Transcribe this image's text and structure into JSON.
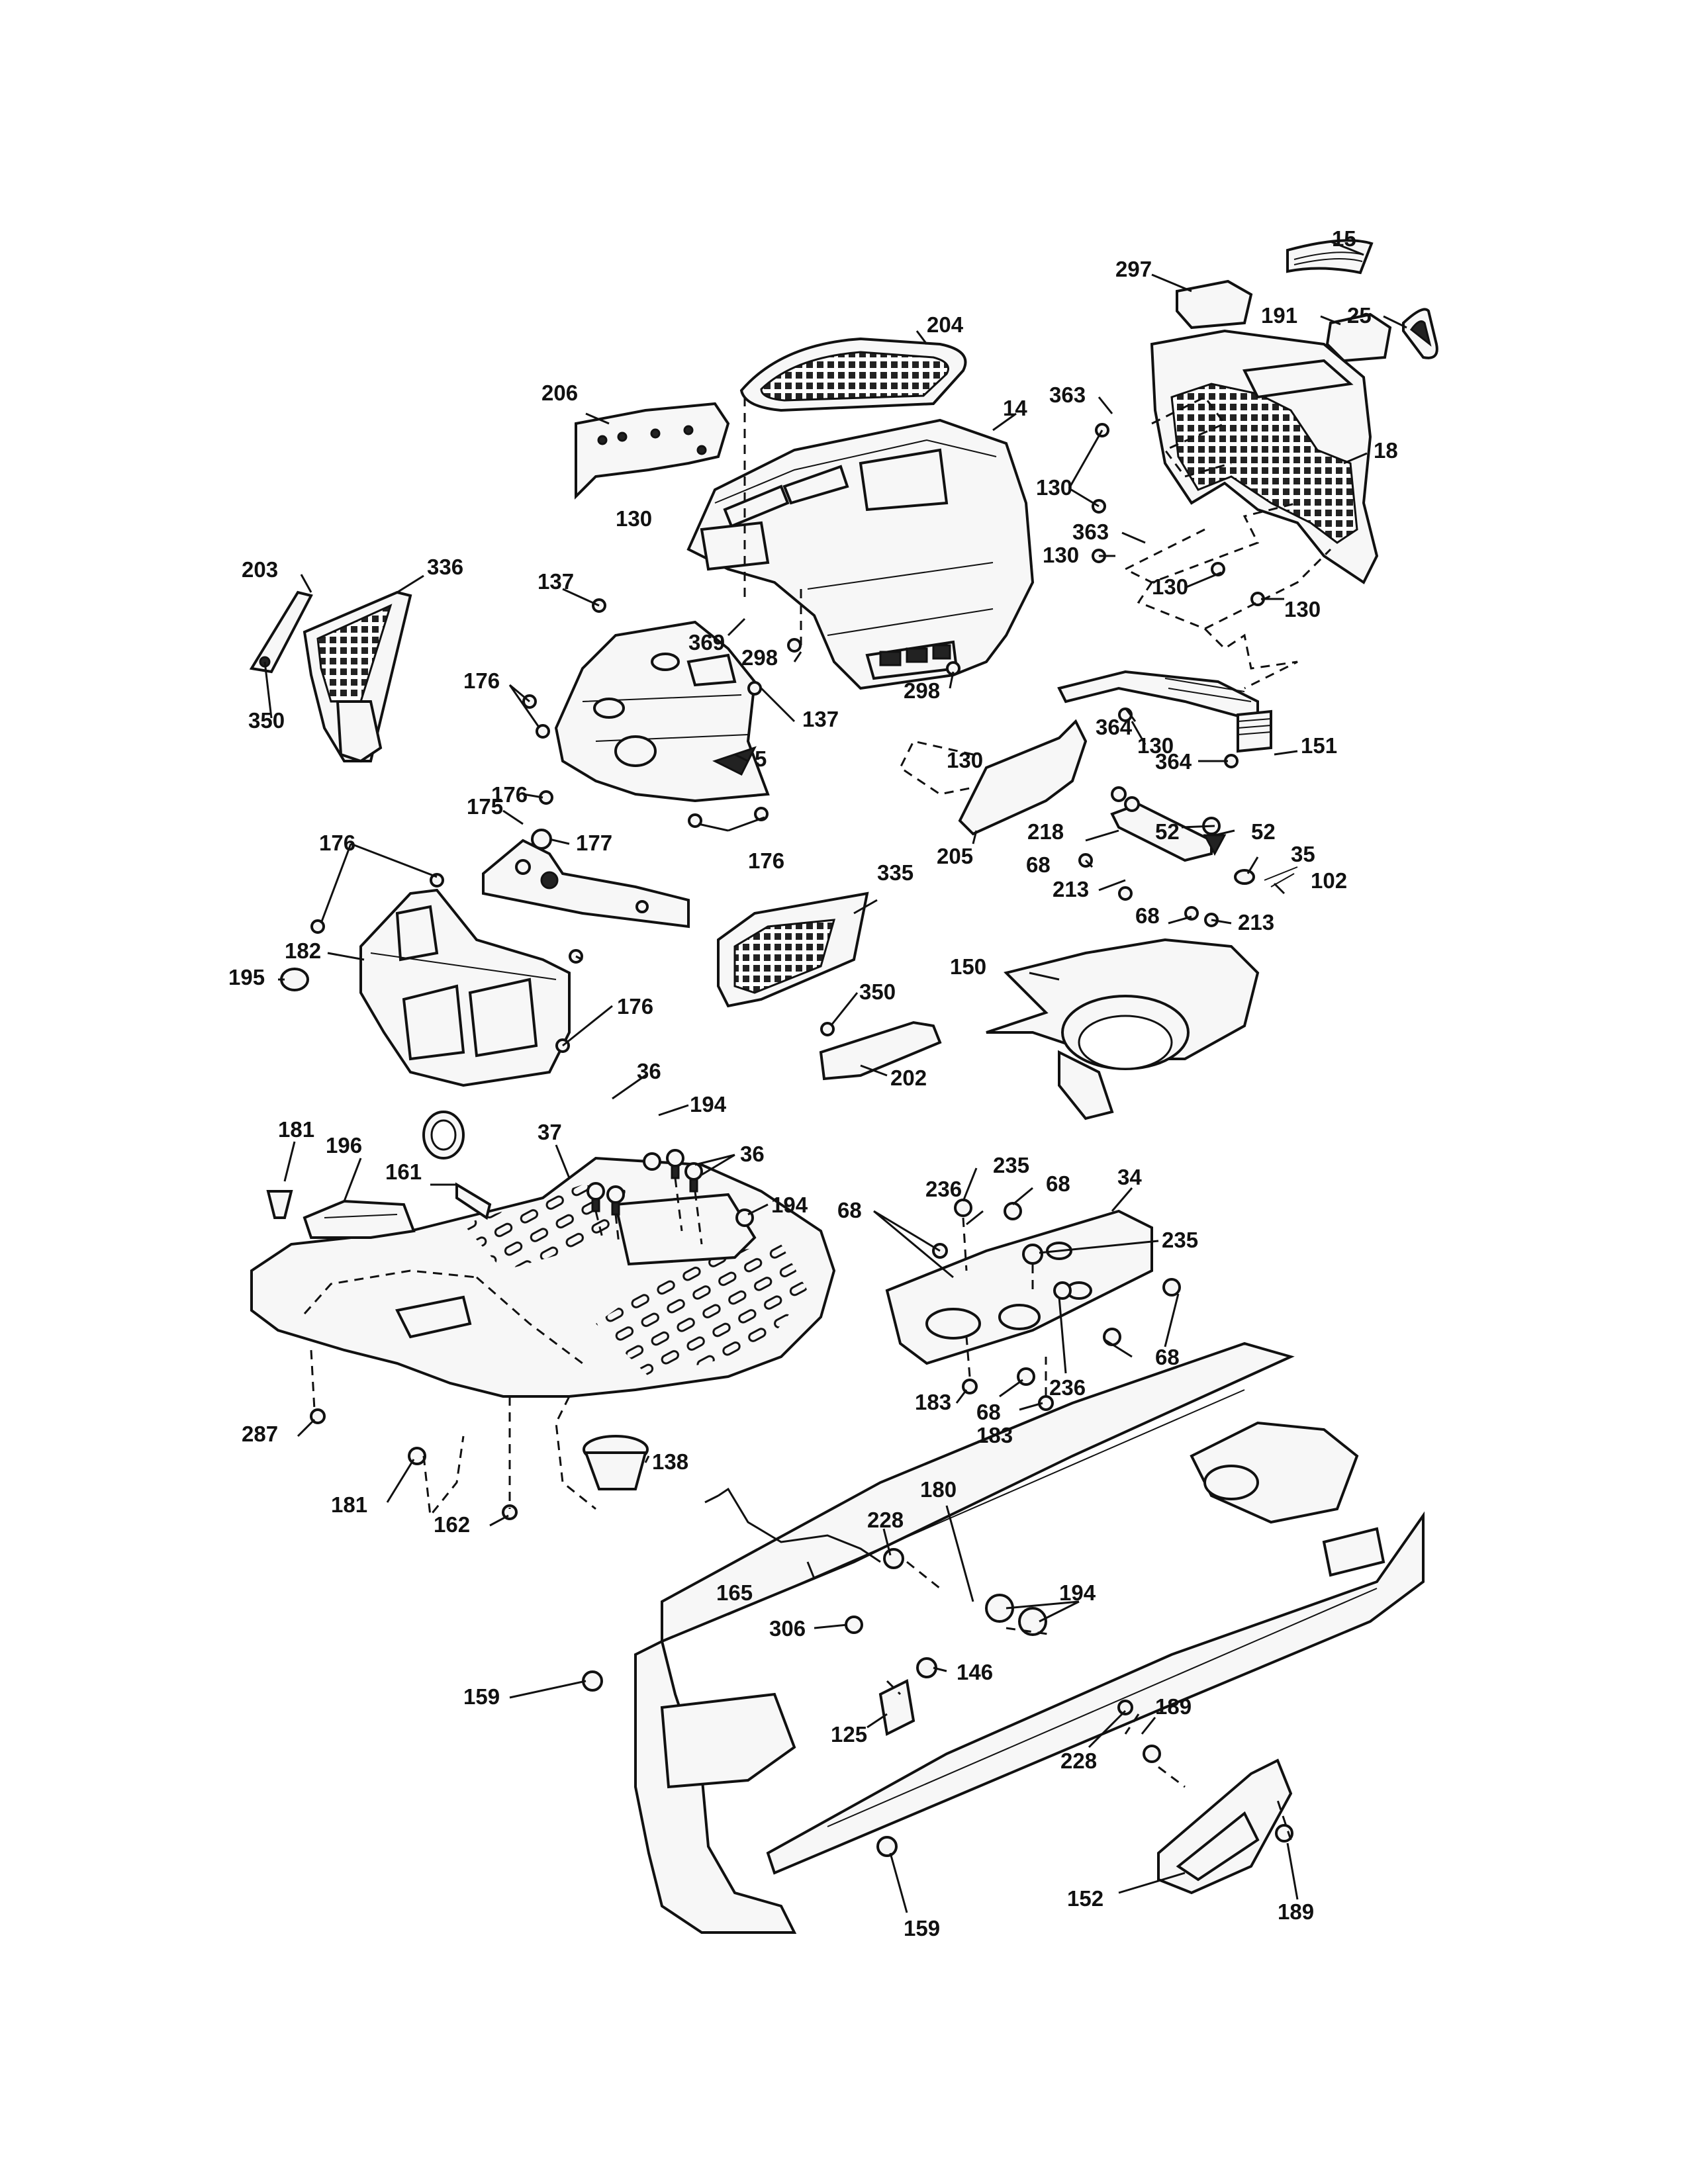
{
  "callouts": [
    {
      "id": "c15",
      "text": "15"
    },
    {
      "id": "c297",
      "text": "297"
    },
    {
      "id": "c25",
      "text": "25"
    },
    {
      "id": "c191",
      "text": "191"
    },
    {
      "id": "c204",
      "text": "204"
    },
    {
      "id": "c14",
      "text": "14"
    },
    {
      "id": "c206",
      "text": "206"
    },
    {
      "id": "c363a",
      "text": "363"
    },
    {
      "id": "c18",
      "text": "18"
    },
    {
      "id": "c130a",
      "text": "130"
    },
    {
      "id": "c130b",
      "text": "130"
    },
    {
      "id": "c363b",
      "text": "363"
    },
    {
      "id": "c130c",
      "text": "130"
    },
    {
      "id": "c130d",
      "text": "130"
    },
    {
      "id": "c130e",
      "text": "130"
    },
    {
      "id": "c203",
      "text": "203"
    },
    {
      "id": "c336",
      "text": "336"
    },
    {
      "id": "c137a",
      "text": "137"
    },
    {
      "id": "c369",
      "text": "369"
    },
    {
      "id": "c298a",
      "text": "298"
    },
    {
      "id": "c350a",
      "text": "350"
    },
    {
      "id": "c176a",
      "text": "176"
    },
    {
      "id": "c298b",
      "text": "298"
    },
    {
      "id": "c137b",
      "text": "137"
    },
    {
      "id": "c364a",
      "text": "364"
    },
    {
      "id": "c130f",
      "text": "130"
    },
    {
      "id": "c130g",
      "text": "130"
    },
    {
      "id": "c364b",
      "text": "364"
    },
    {
      "id": "c151",
      "text": "151"
    },
    {
      "id": "c5",
      "text": "5"
    },
    {
      "id": "c176b",
      "text": "176"
    },
    {
      "id": "c175",
      "text": "175"
    },
    {
      "id": "c177",
      "text": "177"
    },
    {
      "id": "c176c",
      "text": "176"
    },
    {
      "id": "c205",
      "text": "205"
    },
    {
      "id": "c52a",
      "text": "52"
    },
    {
      "id": "c218",
      "text": "218"
    },
    {
      "id": "c52b",
      "text": "52"
    },
    {
      "id": "c35",
      "text": "35"
    },
    {
      "id": "c68a",
      "text": "68"
    },
    {
      "id": "c213a",
      "text": "213"
    },
    {
      "id": "c102",
      "text": "102"
    },
    {
      "id": "c176d",
      "text": "176"
    },
    {
      "id": "c68b",
      "text": "68"
    },
    {
      "id": "c213b",
      "text": "213"
    },
    {
      "id": "c335",
      "text": "335"
    },
    {
      "id": "c182",
      "text": "182"
    },
    {
      "id": "c195",
      "text": "195"
    },
    {
      "id": "c150",
      "text": "150"
    },
    {
      "id": "c176e",
      "text": "176"
    },
    {
      "id": "c350b",
      "text": "350"
    },
    {
      "id": "c202",
      "text": "202"
    },
    {
      "id": "c36a",
      "text": "36"
    },
    {
      "id": "c194a",
      "text": "194"
    },
    {
      "id": "c181a",
      "text": "181"
    },
    {
      "id": "c196",
      "text": "196"
    },
    {
      "id": "c37",
      "text": "37"
    },
    {
      "id": "c36b",
      "text": "36"
    },
    {
      "id": "c161",
      "text": "161"
    },
    {
      "id": "c235a",
      "text": "235"
    },
    {
      "id": "c236a",
      "text": "236"
    },
    {
      "id": "c68c",
      "text": "68"
    },
    {
      "id": "c34",
      "text": "34"
    },
    {
      "id": "c194b",
      "text": "194"
    },
    {
      "id": "c68d",
      "text": "68"
    },
    {
      "id": "c235b",
      "text": "235"
    },
    {
      "id": "c68e",
      "text": "68"
    },
    {
      "id": "c236b",
      "text": "236"
    },
    {
      "id": "c183a",
      "text": "183"
    },
    {
      "id": "c68f",
      "text": "68"
    },
    {
      "id": "c183b",
      "text": "183"
    },
    {
      "id": "c287",
      "text": "287"
    },
    {
      "id": "c138",
      "text": "138"
    },
    {
      "id": "c181b",
      "text": "181"
    },
    {
      "id": "c162",
      "text": "162"
    },
    {
      "id": "c180",
      "text": "180"
    },
    {
      "id": "c228a",
      "text": "228"
    },
    {
      "id": "c165",
      "text": "165"
    },
    {
      "id": "c194c",
      "text": "194"
    },
    {
      "id": "c306",
      "text": "306"
    },
    {
      "id": "c146",
      "text": "146"
    },
    {
      "id": "c159a",
      "text": "159"
    },
    {
      "id": "c189a",
      "text": "189"
    },
    {
      "id": "c125",
      "text": "125"
    },
    {
      "id": "c228b",
      "text": "228"
    },
    {
      "id": "c152",
      "text": "152"
    },
    {
      "id": "c159b",
      "text": "159"
    },
    {
      "id": "c189b",
      "text": "189"
    }
  ]
}
